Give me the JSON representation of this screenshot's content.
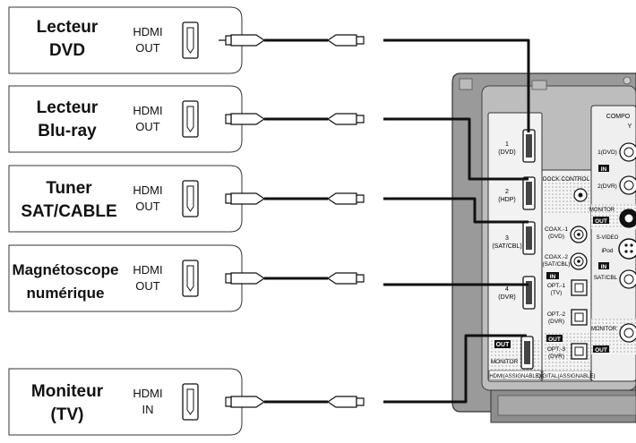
{
  "devices": [
    {
      "name_lines": [
        "Lecteur",
        "DVD"
      ],
      "port_lines": [
        "HDMI",
        "OUT"
      ]
    },
    {
      "name_lines": [
        "Lecteur",
        "Blu-ray"
      ],
      "port_lines": [
        "HDMI",
        "OUT"
      ]
    },
    {
      "name_lines": [
        "Tuner",
        "SAT/CABLE"
      ],
      "port_lines": [
        "HDMI",
        "OUT"
      ]
    },
    {
      "name_lines": [
        "Magnétoscope",
        "numérique"
      ],
      "port_lines": [
        "HDMI",
        "OUT"
      ]
    },
    {
      "name_lines": [
        "Moniteur",
        "(TV)"
      ],
      "port_lines": [
        "HDMI",
        "IN"
      ]
    }
  ],
  "receiver": {
    "hdmi_inputs": [
      {
        "num": "1",
        "name": "(DVD)"
      },
      {
        "num": "2",
        "name": "(HDP)"
      },
      {
        "num": "3",
        "name": "(SAT/CBL)"
      },
      {
        "num": "4",
        "name": "(DVR)"
      }
    ],
    "hdmi_out_badge": "OUT",
    "hdmi_monitor": "MONITOR",
    "hdmi_section_label": "HDMI(ASSIGNABLE)",
    "dock_control": "DOCK CONTROL",
    "coax": [
      {
        "name": "COAX.-1",
        "sub": "(DVD)"
      },
      {
        "name": "COAX.-2",
        "sub": "(SAT/CBL)"
      }
    ],
    "opt": [
      {
        "name": "OPT.-1",
        "sub": "(TV)"
      },
      {
        "name": "OPT.-2",
        "sub": "(DVR)"
      },
      {
        "name": "OPT.-3",
        "sub": "(DVR)"
      }
    ],
    "opt_out_badge": "OUT",
    "digital_section_label": "DIGITAL(ASSIGNABLE)",
    "component_label": "COMPO",
    "component_y": "Y",
    "component_in_badge": "IN",
    "component_in1": "1(DVD)",
    "component_in2": "2(DVR)",
    "monitor_label": "MONITOR",
    "monitor_out_badge": "OUT",
    "svideo_label": "S-VIDEO",
    "ipod_label": "iPod",
    "in_badge2": "IN",
    "sat_cbl_label": "SAT/CBL",
    "monitor_label2": "MONITOR",
    "out_badge3": "OUT",
    "digital_in_badge": "IN"
  },
  "colors": {
    "cable": "#111111",
    "panel": "#eeeeee",
    "outline": "#333333"
  }
}
